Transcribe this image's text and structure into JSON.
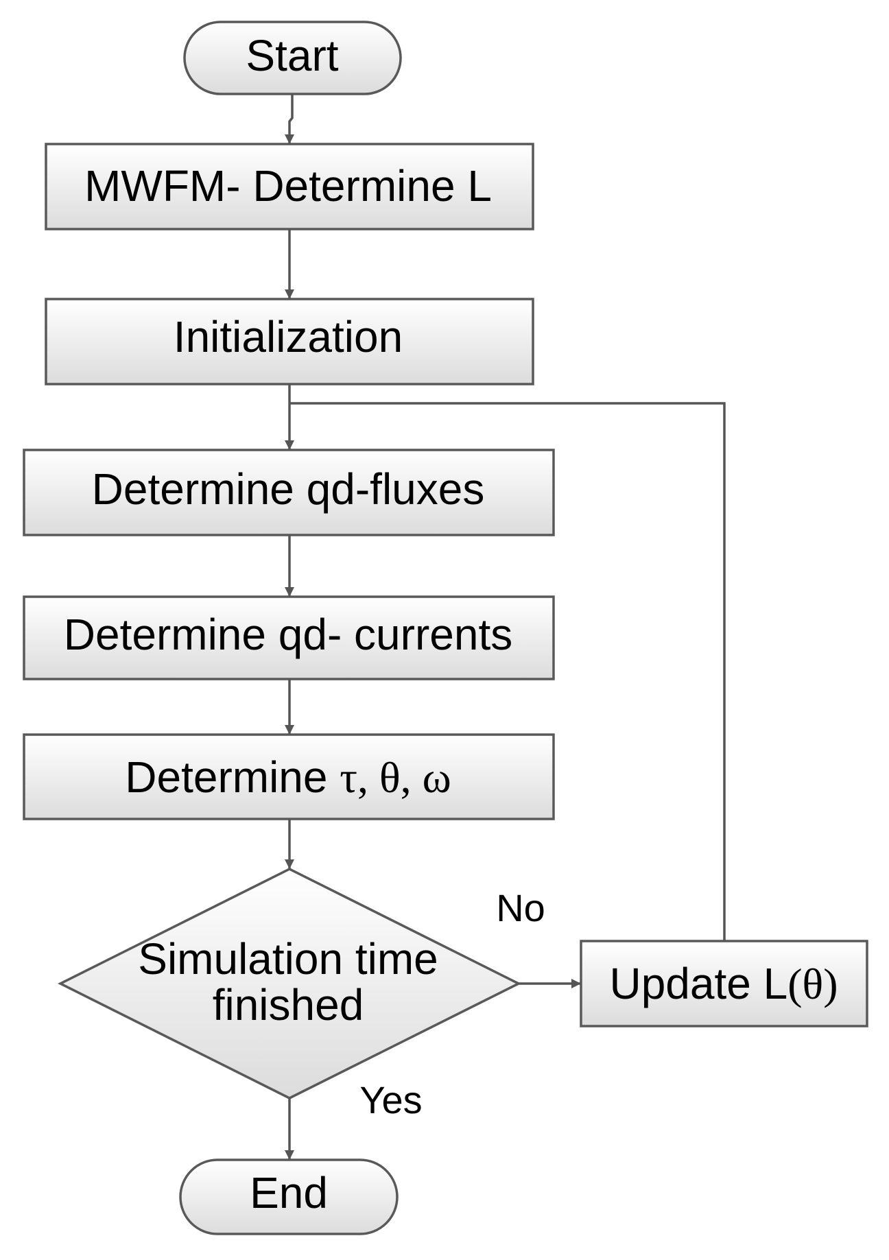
{
  "flowchart": {
    "start": {
      "label": "Start"
    },
    "steps": [
      {
        "label": "MWFM- Determine L"
      },
      {
        "label": "Initialization"
      },
      {
        "label": "Determine qd-fluxes"
      },
      {
        "label": "Determine qd- currents"
      },
      {
        "label_parts": [
          "Determine ",
          "τ, θ, ω"
        ]
      }
    ],
    "decision": {
      "label_lines": [
        "Simulation time",
        "finished"
      ]
    },
    "update": {
      "label_parts": [
        "Update L",
        "(θ)"
      ]
    },
    "end": {
      "label": "End"
    },
    "edge_labels": {
      "no": "No",
      "yes": "Yes"
    }
  },
  "colors": {
    "line": "#555555",
    "shape_stroke": "#595959",
    "fill_top": "#ffffff",
    "fill_bottom": "#dcdcdc",
    "text": "#000000"
  }
}
